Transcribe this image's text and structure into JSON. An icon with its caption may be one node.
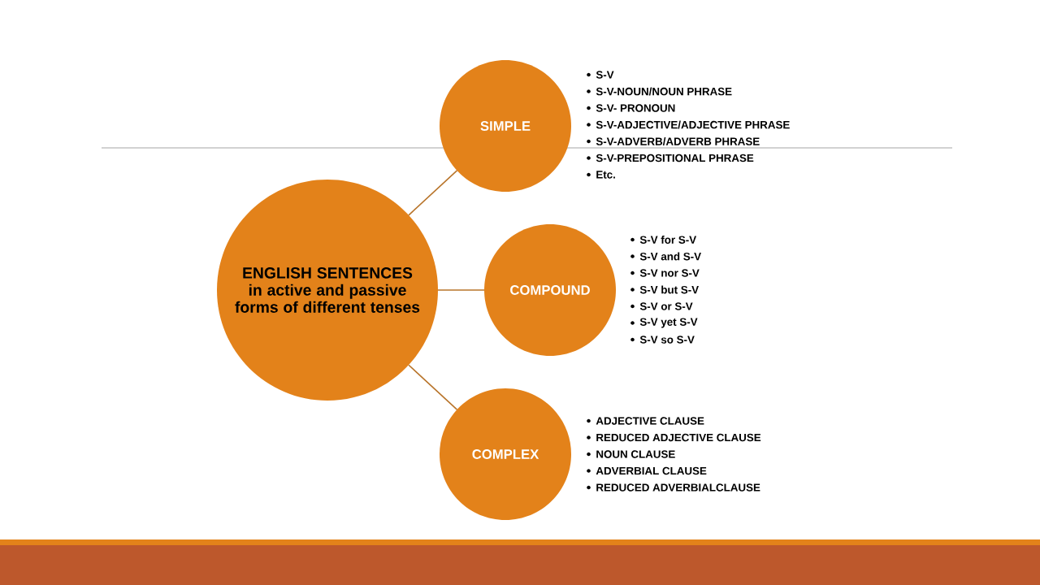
{
  "diagram": {
    "nodes": [
      {
        "text": [
          "ENGLISH SENTENCES",
          "in active and passive forms of different tenses"
        ]
      },
      {
        "text": [
          "SIMPLE"
        ],
        "beside": [
          "S-V",
          "S-V-NOUN/NOUN PHRASE",
          "S-V- PRONOUN",
          "S-V-ADJECTIVE/ADJECTIVE  PHRASE",
          "S-V-ADVERB/ADVERB PHRASE",
          "S-V-PREPOSITIONAL PHRASE",
          "Etc."
        ]
      },
      {
        "text": [
          "COMPOUND"
        ],
        "beside": [
          "S-V for S-V",
          "S-V and S-V",
          "S-V nor S-V",
          "S-V but S-V",
          "S-V or S-V",
          "S-V yet S-V",
          "S-V so S-V"
        ]
      },
      {
        "text": [
          "COMPLEX"
        ],
        "beside": [
          "ADJECTIVE CLAUSE",
          "REDUCED ADJECTIVE CLAUSE",
          "NOUN CLAUSE",
          "ADVERBIAL CLAUSE",
          "REDUCED ADVERBIALCLAUSE"
        ]
      }
    ],
    "edges": [
      {
        "from": 0,
        "to": 1,
        "arrow": "none"
      },
      {
        "from": 0,
        "to": 2,
        "arrow": "none"
      },
      {
        "from": 0,
        "to": 3,
        "arrow": "none"
      }
    ]
  }
}
